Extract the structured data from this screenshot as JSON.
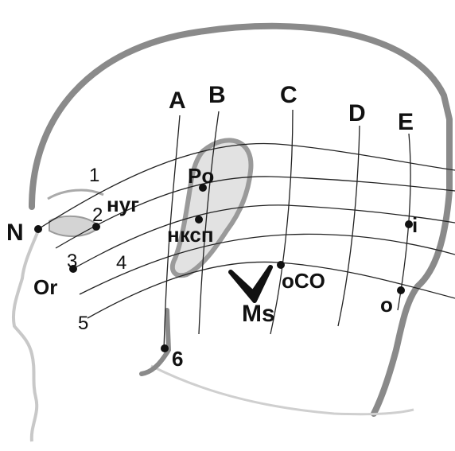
{
  "columns": [
    "A",
    "B",
    "C",
    "D",
    "E"
  ],
  "rows": [
    "1",
    "2",
    "3",
    "4",
    "5"
  ],
  "points": {
    "nasion": "N",
    "porion": "Po",
    "upper_nucha": "нуг",
    "lower_nucha": "нксп",
    "orbitale": "Or",
    "mastoid": "Ms",
    "oco": "oCO",
    "inion": "i",
    "opisthion": "o",
    "six": "6"
  },
  "colors": {
    "outline": "#8a8a8a",
    "line": "#222222",
    "dot": "#111111",
    "ear": "#9a9a9a"
  },
  "icons": {
    "mastoid_mark": "check-mark-icon"
  }
}
